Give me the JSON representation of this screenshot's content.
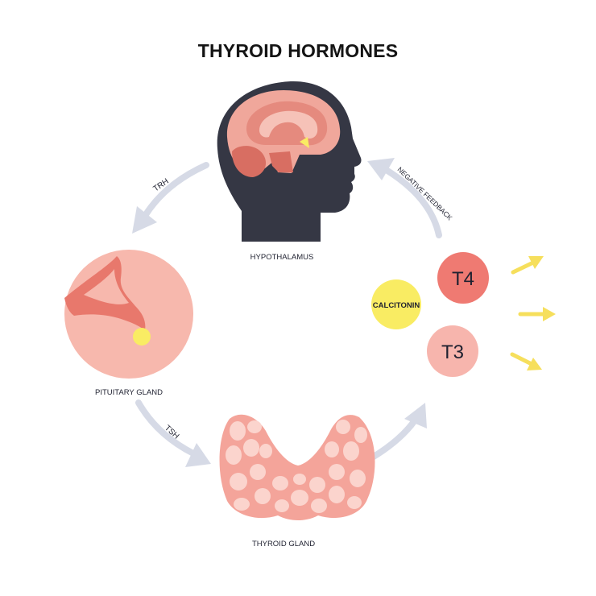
{
  "title": "THYROID HORMONES",
  "nodes": {
    "hypothalamus": "HYPOTHALAMUS",
    "pituitary": "PITUITARY GLAND",
    "thyroid": "THYROID GLAND"
  },
  "arrows": {
    "trh": "TRH",
    "tsh": "TSH",
    "feedback": "NEGATIVE FEEDBACK"
  },
  "hormones": {
    "t4": "T4",
    "t3": "T3",
    "calcitonin": "CALCITONIN"
  },
  "colors": {
    "head": "#353744",
    "brain": "#f0a79b",
    "brain_dark": "#d86e62",
    "gland_light": "#f7b8ad",
    "gland_dark": "#e8786c",
    "thyroid_bg": "#f4a49a",
    "thyroid_lobule": "#fbd4cd",
    "t4": "#ef7a72",
    "t3": "#f7b5ad",
    "calcitonin": "#f9ec63",
    "arrow": "#d6dae6",
    "output_arrow": "#f6df5c"
  }
}
